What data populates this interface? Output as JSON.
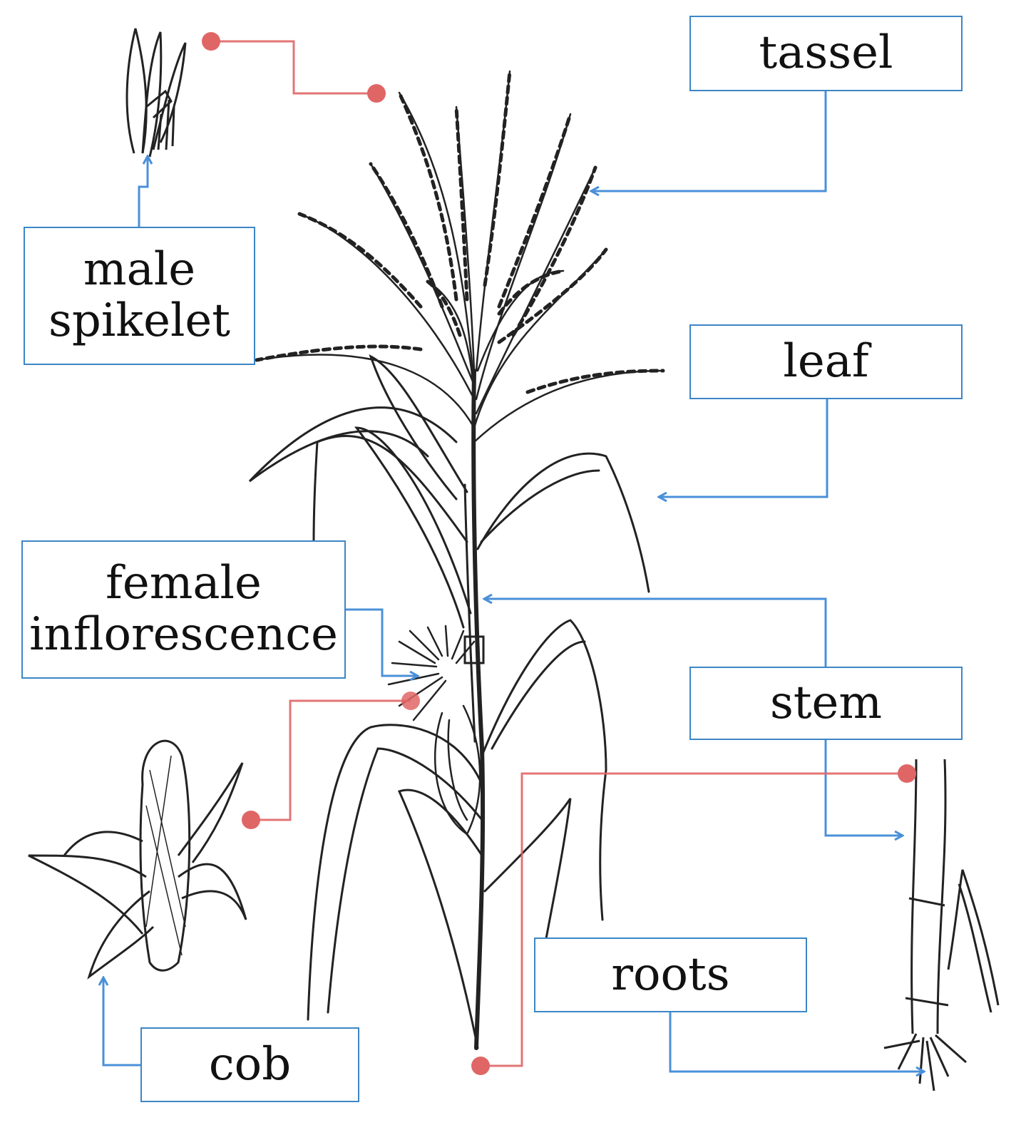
{
  "labels": {
    "tassel": "tassel",
    "leaf": "leaf",
    "male_line1": "male",
    "male_line2": "spikelet",
    "female_line1": "female",
    "female_line2": "inflorescence",
    "stem": "stem",
    "roots": "roots",
    "cob": "cob"
  },
  "colors": {
    "blue_leader": "#4a90d9",
    "red_connector": "#e06666",
    "box_border": "#3d86c6",
    "ink": "#222222"
  }
}
